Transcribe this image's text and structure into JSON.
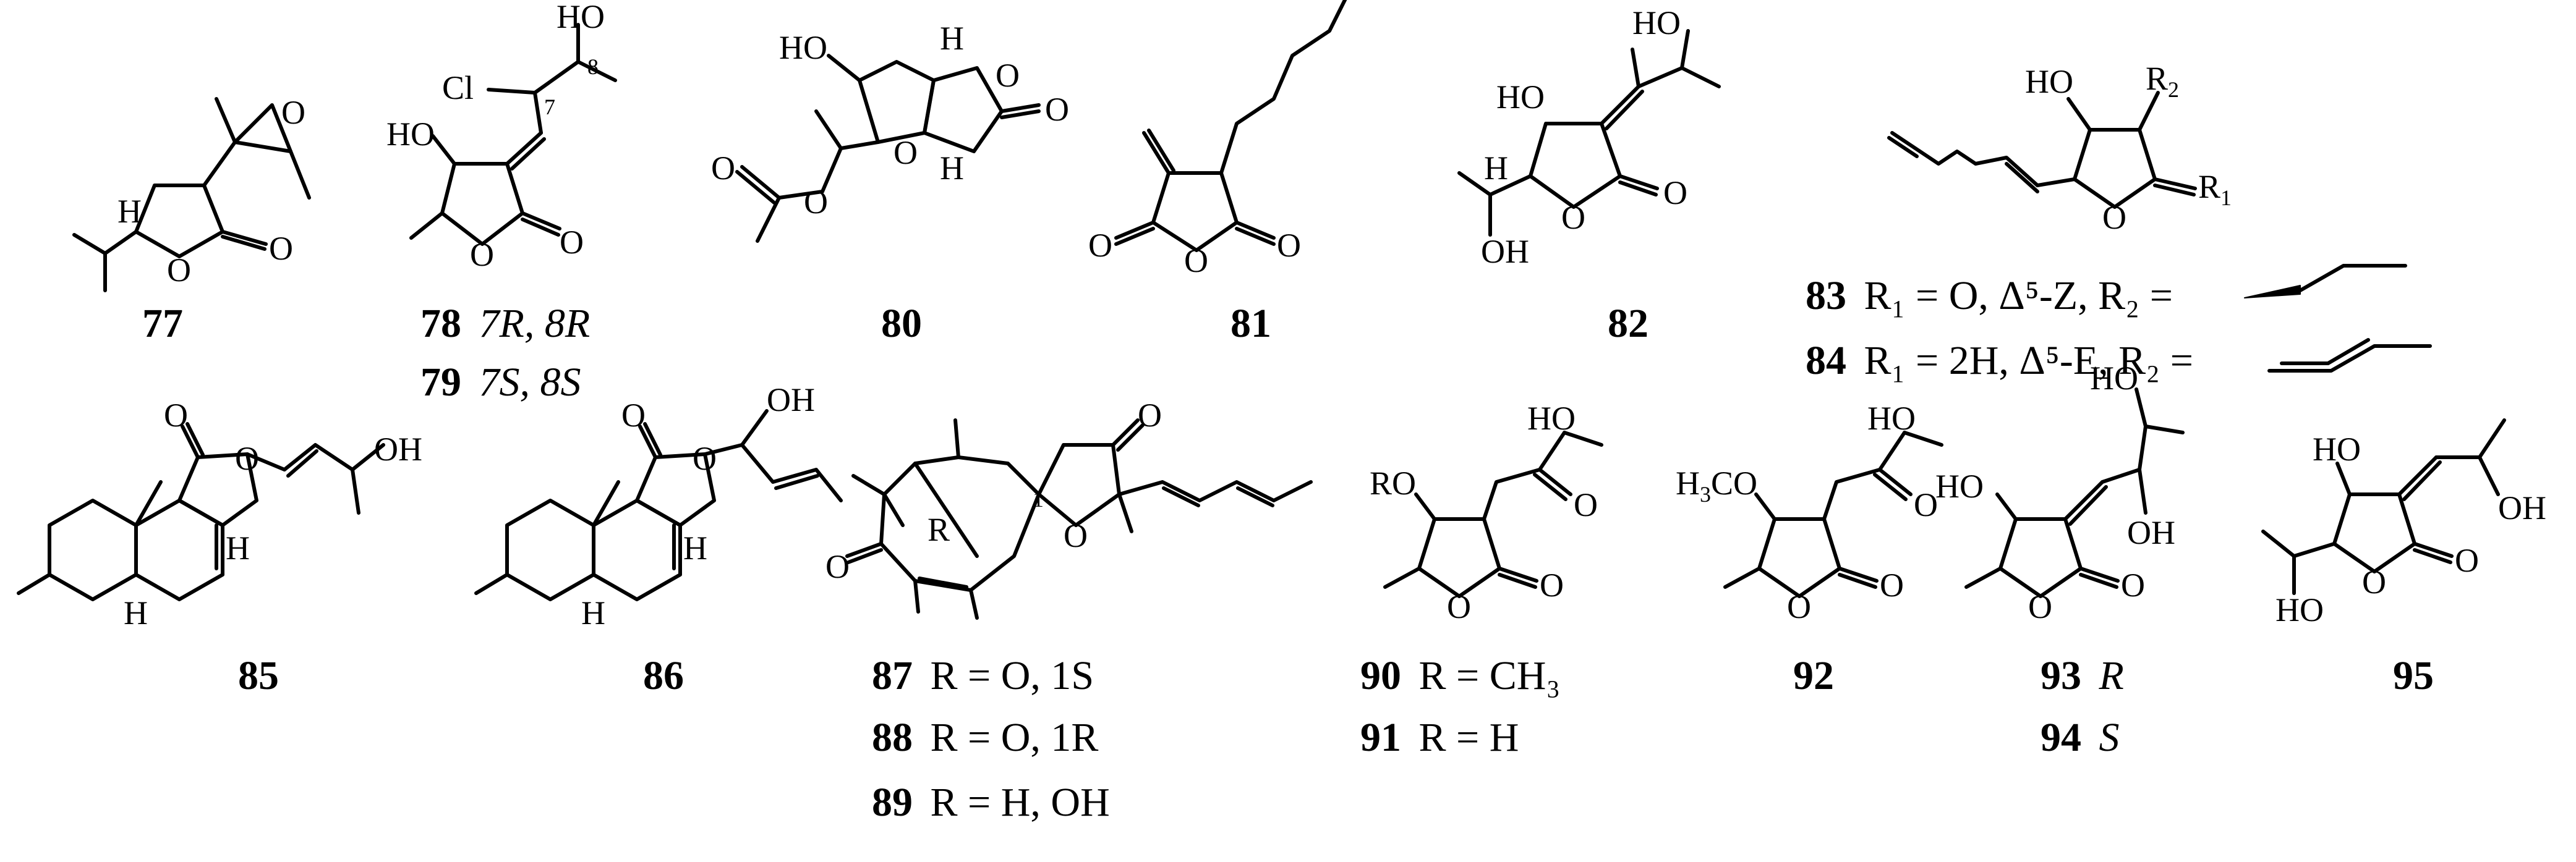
{
  "atoms": {
    "H": "H",
    "O": "O",
    "HO": "HO",
    "OH": "OH",
    "Cl": "Cl",
    "RO": "RO",
    "H3CO_main": "H",
    "H3CO_sub": "3",
    "H3CO_tail": "CO",
    "R": "R",
    "R1_main": "R",
    "R1_sub": "1",
    "R2_main": "R",
    "R2_sub": "2",
    "loc7": "7",
    "loc8": "8",
    "loc1": "1"
  },
  "compounds": {
    "c77": {
      "num": "77"
    },
    "c78": {
      "num": "78",
      "config": "7R, 8R"
    },
    "c79": {
      "num": "79",
      "config": "7S, 8S"
    },
    "c80": {
      "num": "80"
    },
    "c81": {
      "num": "81"
    },
    "c82": {
      "num": "82"
    },
    "c83": {
      "num": "83",
      "desc": "R₁ = O, Δ⁵-Z, R₂ ="
    },
    "c84": {
      "num": "84",
      "desc": "R₁ = 2H, Δ⁵-E, R₂ ="
    },
    "c85": {
      "num": "85"
    },
    "c86": {
      "num": "86"
    },
    "c87": {
      "num": "87",
      "desc": "R = O, 1S"
    },
    "c88": {
      "num": "88",
      "desc": "R = O, 1R"
    },
    "c89": {
      "num": "89",
      "desc": "R = H, OH"
    },
    "c90": {
      "num": "90",
      "desc": "R = CH₃"
    },
    "c91": {
      "num": "91",
      "desc": "R = H"
    },
    "c92": {
      "num": "92"
    },
    "c93": {
      "num": "93",
      "config": "R"
    },
    "c94": {
      "num": "94",
      "config": "S"
    },
    "c95": {
      "num": "95"
    }
  }
}
